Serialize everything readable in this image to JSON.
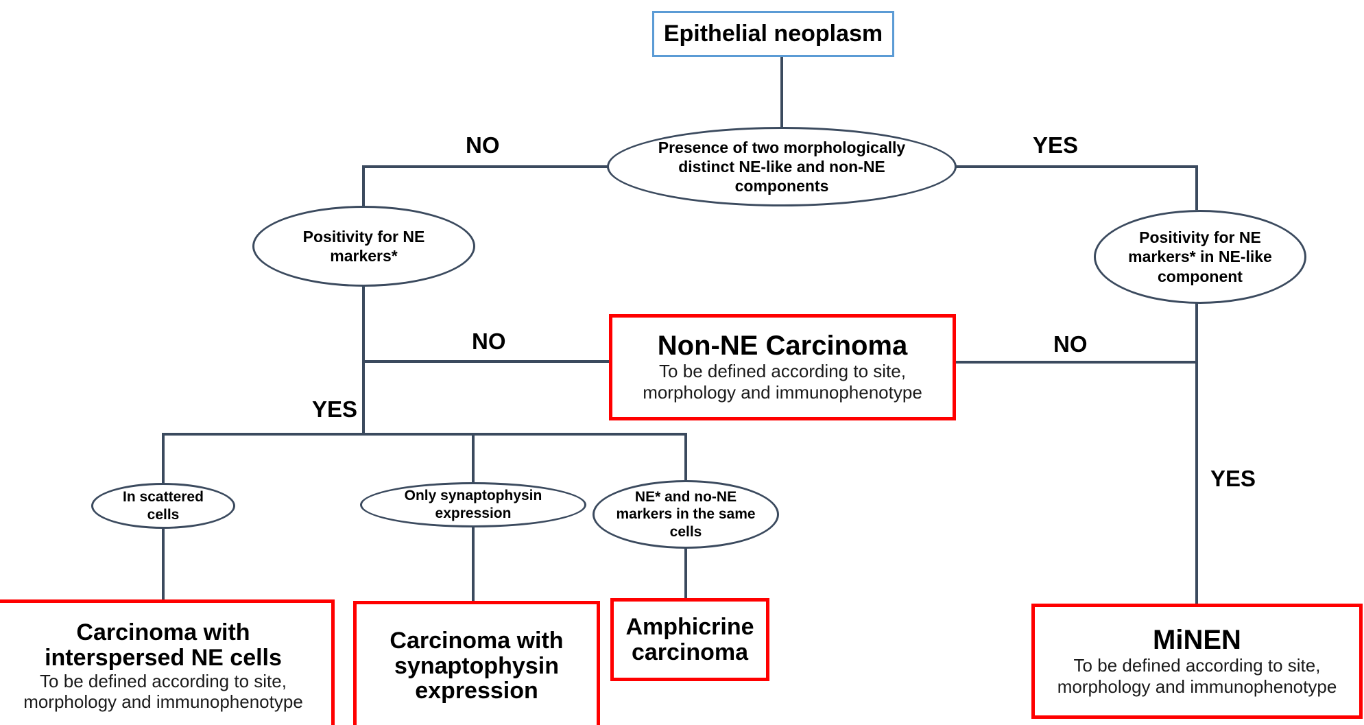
{
  "diagram": {
    "title": "Epithelial neoplasm classification decision tree",
    "colors": {
      "wire": "#3B4A5E",
      "blue_border": "#5B9BD5",
      "red_border": "#FF0000",
      "text": "#000000",
      "background": "#FFFFFF"
    },
    "nodes": {
      "root": {
        "label": "Epithelial neoplasm",
        "shape": "rect",
        "border": "blue"
      },
      "decision_two_components": {
        "label": "Presence of two morphologically distinct NE-like and non-NE components",
        "shape": "ellipse"
      },
      "decision_ne_markers": {
        "label": "Positivity for NE markers*",
        "shape": "ellipse"
      },
      "decision_ne_markers_in_ne_like": {
        "label": "Positivity for NE markers* in NE-like component",
        "shape": "ellipse"
      },
      "non_ne_carcinoma": {
        "title": "Non-NE Carcinoma",
        "subtitle": "To be defined according to site, morphology and immunophenotype",
        "shape": "rect",
        "border": "red"
      },
      "scattered_cells": {
        "label": "In scattered cells",
        "shape": "ellipse"
      },
      "only_synaptophysin": {
        "label": "Only synaptophysin expression",
        "shape": "ellipse"
      },
      "ne_and_no_ne_same_cells": {
        "label": "NE* and no-NE markers in the same cells",
        "shape": "ellipse"
      },
      "carcinoma_interspersed": {
        "title": "Carcinoma with interspersed NE cells",
        "subtitle": "To be defined according to site, morphology and immunophenotype",
        "shape": "rect",
        "border": "red"
      },
      "carcinoma_synaptophysin": {
        "title": "Carcinoma with synaptophysin expression",
        "subtitle": "",
        "shape": "rect",
        "border": "red"
      },
      "amphicrine_carcinoma": {
        "title": "Amphicrine carcinoma",
        "subtitle": "",
        "shape": "rect",
        "border": "red"
      },
      "minen": {
        "title": "MiNEN",
        "subtitle": "To be defined according to site, morphology and immunophenotype",
        "shape": "rect",
        "border": "red"
      }
    },
    "edge_labels": {
      "top_no": "NO",
      "top_yes": "YES",
      "left_no": "NO",
      "left_yes": "YES",
      "right_no": "NO",
      "right_yes": "YES"
    }
  }
}
